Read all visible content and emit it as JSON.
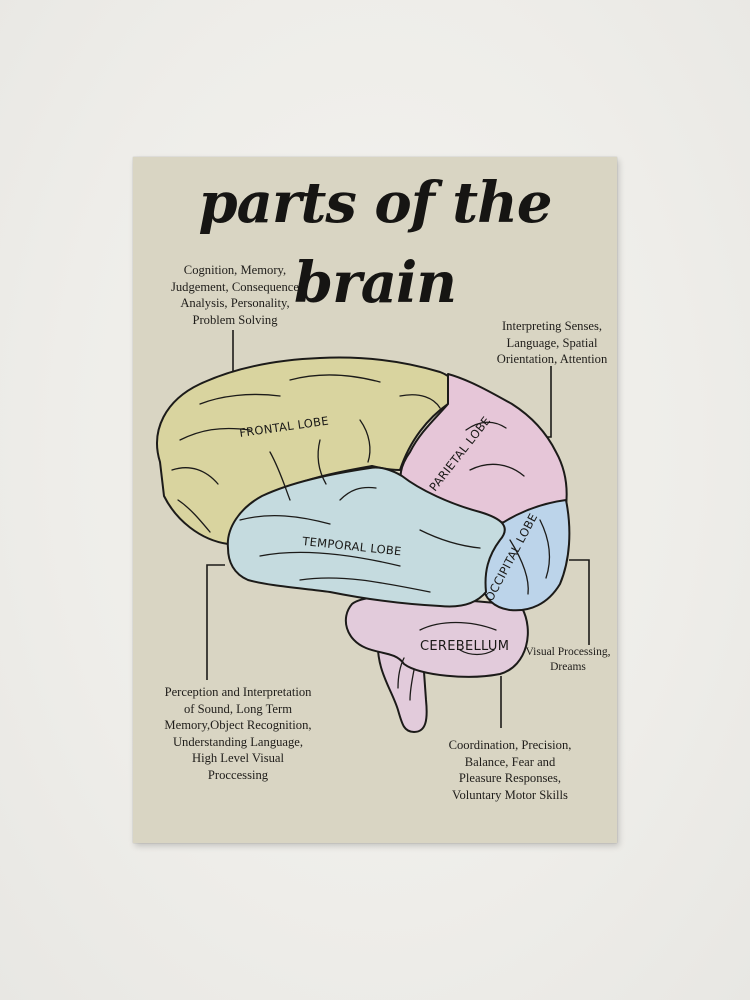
{
  "poster": {
    "title": "parts of the brain",
    "background_color": "#d9d5c3",
    "wall_color": "#efeeea"
  },
  "lobes": {
    "frontal": {
      "label": "FRONTAL LOBE",
      "color": "#d9d49f",
      "description": "Cognition, Memory,\nJudgement, Consequence\nAnalysis, Personality,\nProblem Solving"
    },
    "parietal": {
      "label": "PARIETAL LOBE",
      "color": "#e6c6d8",
      "description": "Interpreting Senses,\nLanguage, Spatial\nOrientation, Attention"
    },
    "temporal": {
      "label": "TEMPORAL LOBE",
      "color": "#c5dbdf",
      "description": "Perception and Interpretation\nof Sound, Long Term\nMemory,Object Recognition,\nUnderstanding Language,\nHigh Level Visual\nProccessing"
    },
    "occipital": {
      "label": "OCCIPITAL LOBE",
      "color": "#bcd4ea",
      "description": "Visual Processing,\nDreams"
    },
    "cerebellum": {
      "label": "CEREBELLUM",
      "color": "#e2cbdb",
      "description": "Coordination, Precision,\nBalance, Fear and\nPleasure Responses,\nVoluntary Motor Skills"
    }
  }
}
